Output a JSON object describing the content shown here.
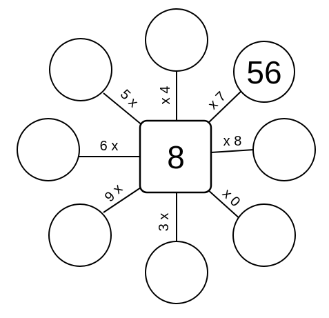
{
  "center_number": "8",
  "spokes": [
    {
      "label": "x 4",
      "answer": ""
    },
    {
      "label": "x 7",
      "answer": "56"
    },
    {
      "label": "x 8",
      "answer": ""
    },
    {
      "label": "x 0",
      "answer": ""
    },
    {
      "label": "3 x",
      "answer": ""
    },
    {
      "label": "9 x",
      "answer": ""
    },
    {
      "label": "6 x",
      "answer": ""
    },
    {
      "label": "5 x",
      "answer": ""
    }
  ],
  "colors": {
    "stroke": "#000000",
    "fill": "#ffffff"
  }
}
